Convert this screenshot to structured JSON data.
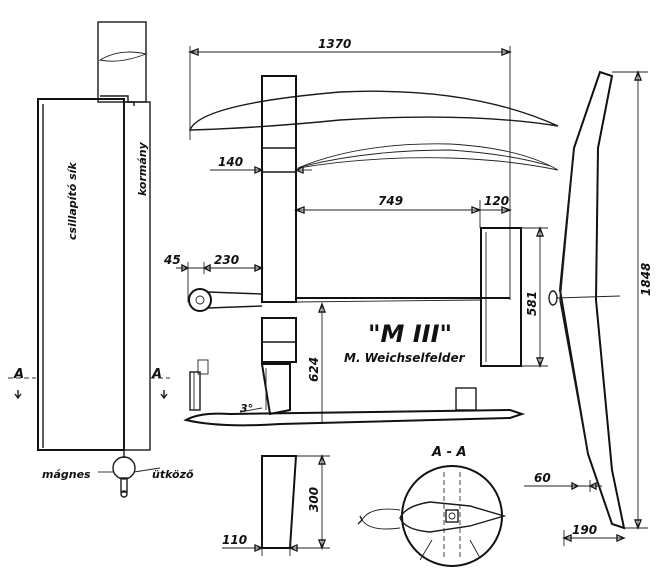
{
  "title": "\"M III\"",
  "designer": "M. Weichselfelder",
  "section_label": "A - A",
  "section_mark_left": "A",
  "section_mark_right": "A",
  "labels": {
    "stabilizer": "csillapító sík",
    "rudder": "kormány",
    "magnet": "mágnes",
    "stop": "ütköző"
  },
  "dimensions": {
    "wingspan": "1370",
    "d140": "140",
    "d749": "749",
    "d120": "120",
    "d45": "45",
    "d230": "230",
    "d581": "581",
    "d624": "624",
    "d300": "300",
    "d110": "110",
    "d1848": "1848",
    "d60": "60",
    "d190": "190",
    "angle": "3°"
  }
}
